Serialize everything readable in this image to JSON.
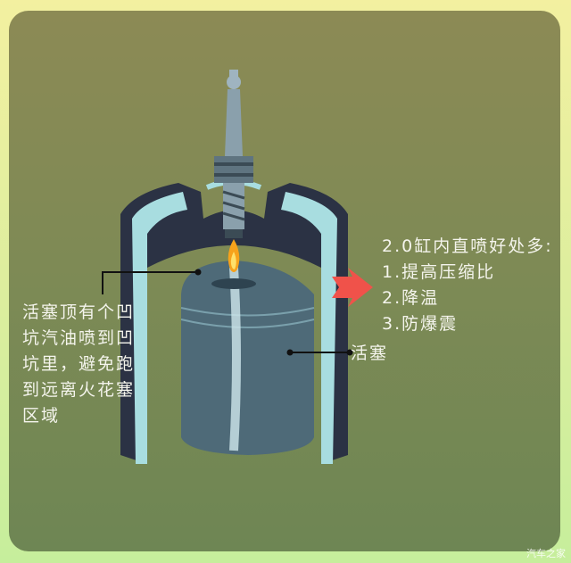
{
  "annotations": {
    "left_lines": [
      "活塞顶有个凹",
      "坑汽油喷到凹",
      "坑里，避免跑",
      "到远离火花塞",
      "区域"
    ],
    "piston_label": "活塞",
    "benefits_title": "2.0缸内直喷好处多:",
    "benefits": [
      "1.提高压缩比",
      "2.降温",
      "3.防爆震"
    ]
  },
  "watermark": "汽车之家",
  "colors": {
    "cylinder": "#2b3244",
    "liner": "#a8dde0",
    "piston": "#4e6a78",
    "arrow": "#f0524a",
    "flame": "#f7a21b"
  }
}
